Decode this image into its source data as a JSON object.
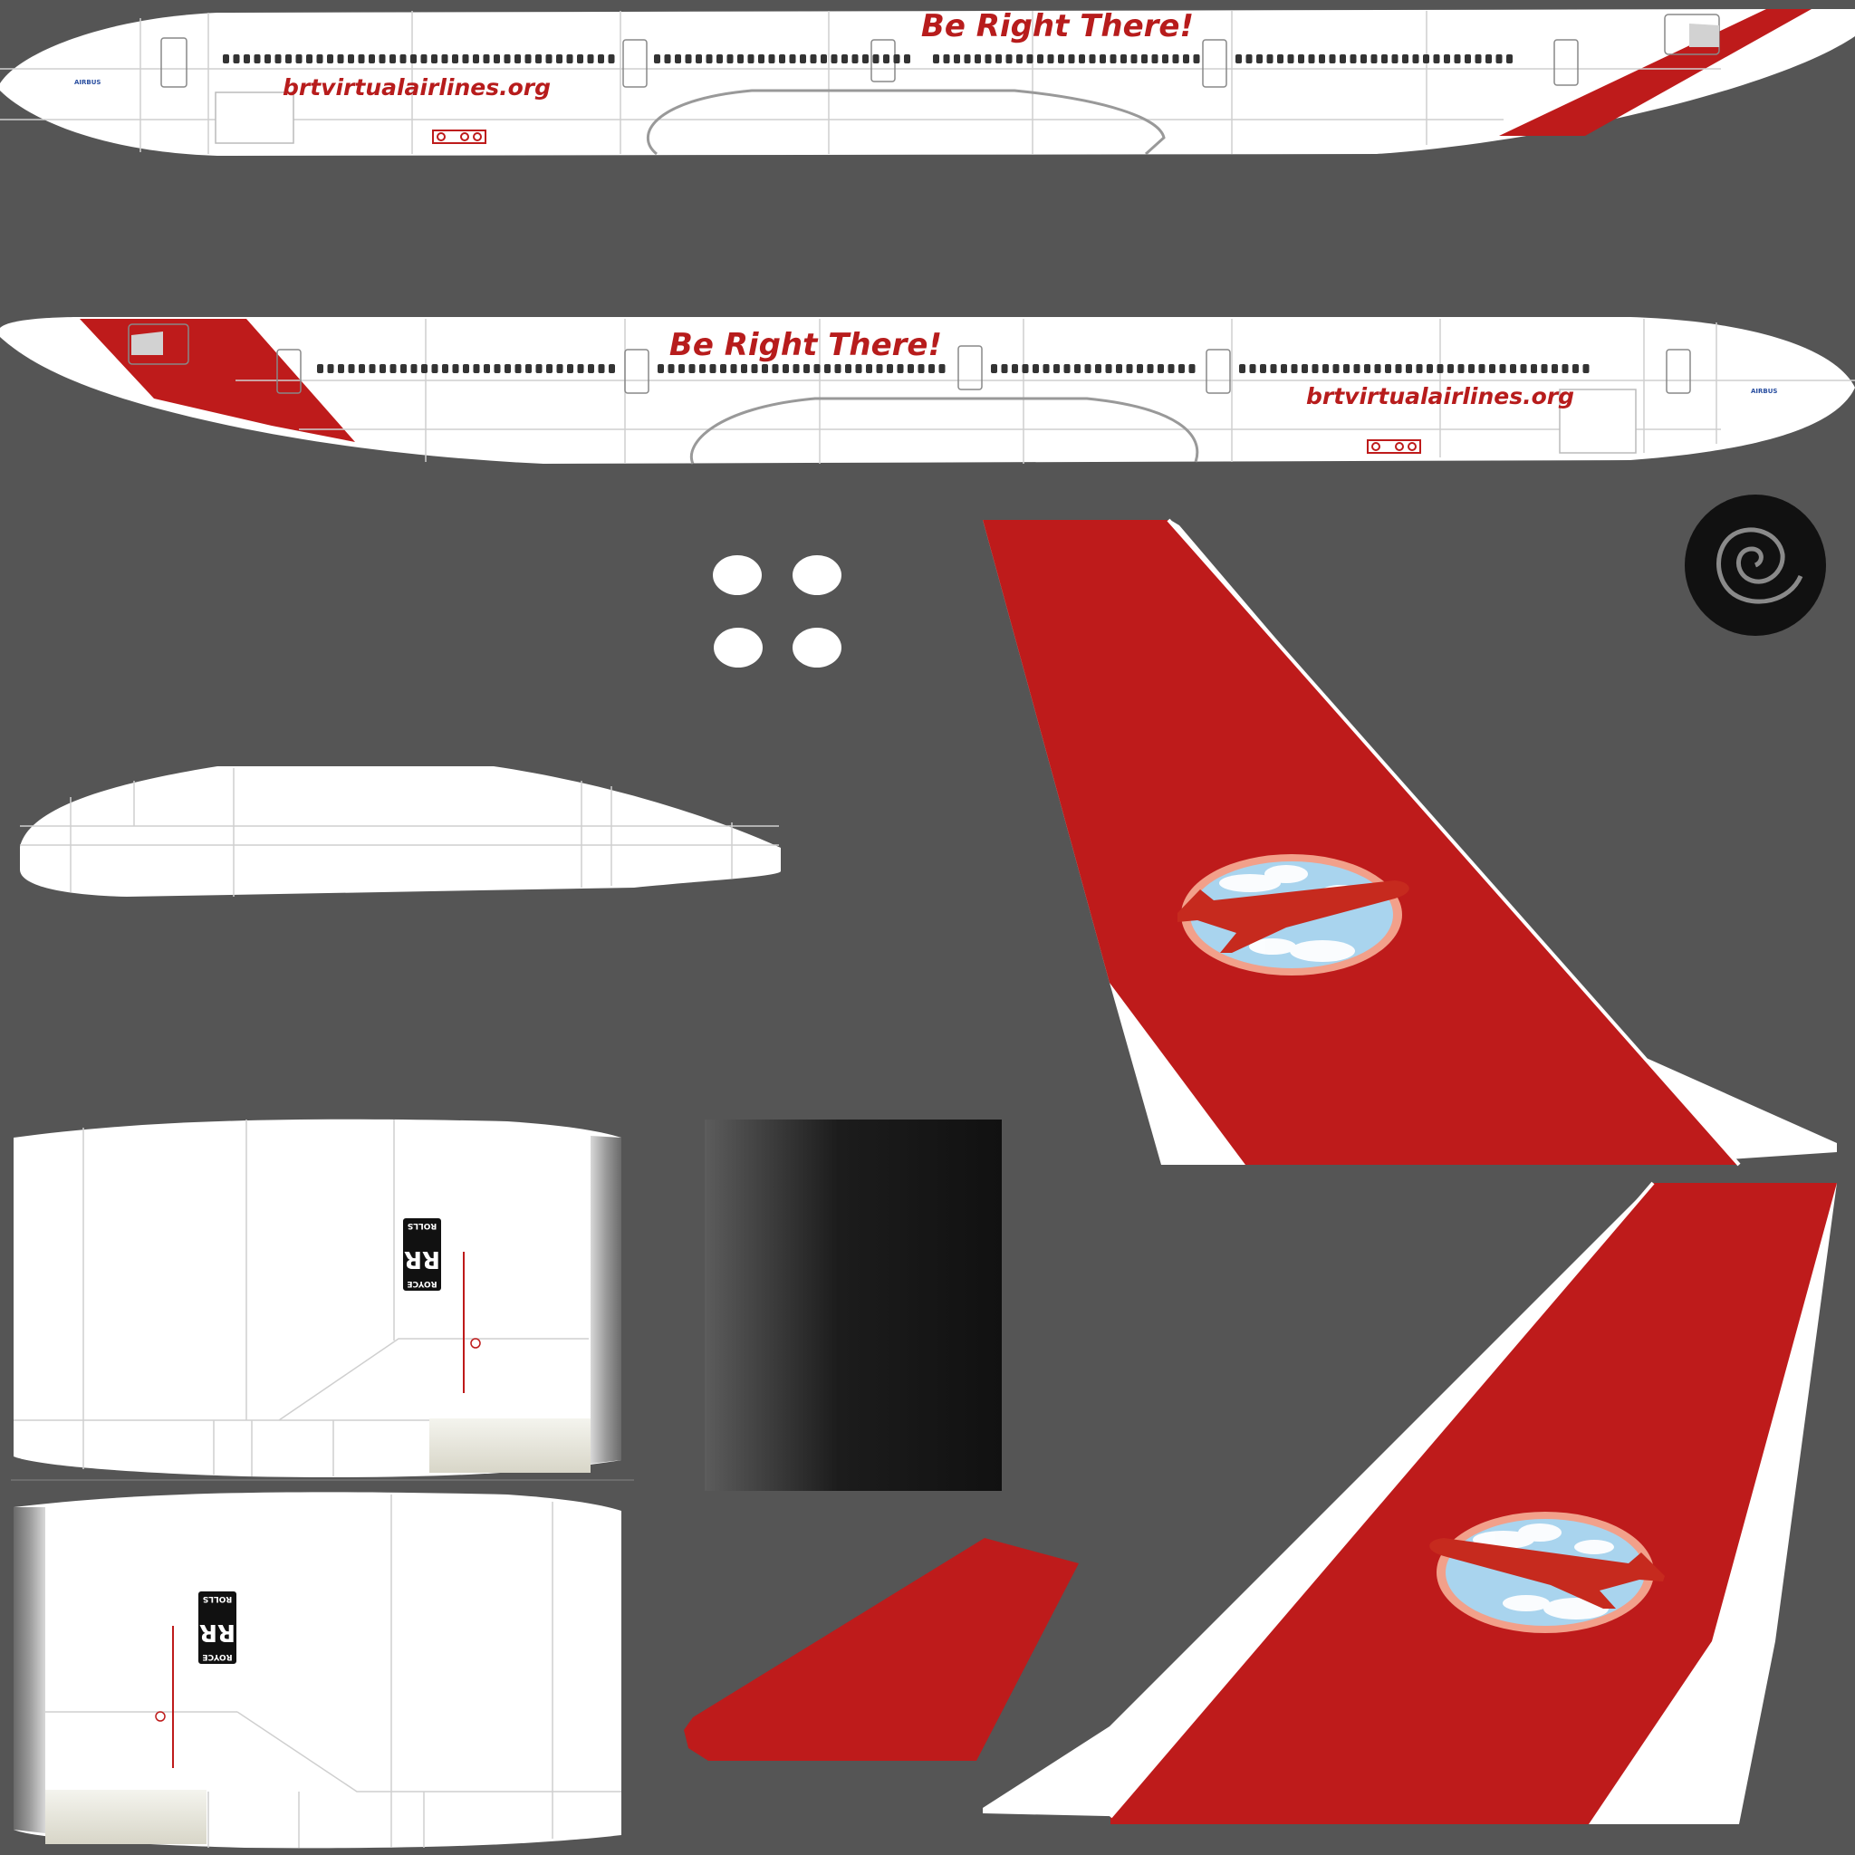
{
  "livery": {
    "slogan": "Be Right There!",
    "website": "brtvirtualairlines.org",
    "manufacturer_mark": "AIRBUS",
    "engine_badge_top": "ROLLS",
    "engine_badge_monogram": "RR",
    "engine_badge_bottom": "ROYCE"
  },
  "colors": {
    "background": "#555555",
    "fuselage": "#ffffff",
    "livery_red": "#be1b1b",
    "slogan_red": "#b71c1c",
    "panel_line": "#c8c8c8",
    "window": "#333333",
    "logo_sky": "#a9d4ee",
    "logo_rim": "#f2a08a",
    "spinner": "#111111"
  },
  "icons": {
    "tail_logo": "airplane-over-clouds-emblem",
    "spinner": "spiral-spinner-icon",
    "engine_badge": "rolls-royce-badge-icon"
  }
}
